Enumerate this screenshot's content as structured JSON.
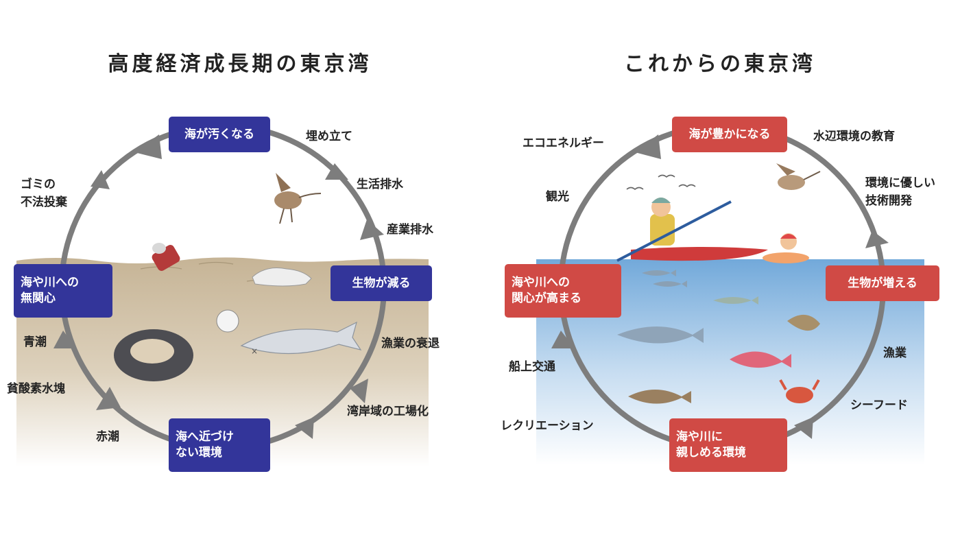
{
  "colors": {
    "past_box": "#33359a",
    "future_box": "#d04a45",
    "arrow": "#7d7d7d",
    "past_water_top": "#c9b89c",
    "future_water_top": "#7aaedc"
  },
  "left": {
    "title": "高度経済成長期の東京湾",
    "boxes": {
      "top": "海が汚くなる",
      "right": "生物が減る",
      "bottom": "海へ近づけ\nない環境",
      "left": "海や川への\n無関心"
    },
    "labels": {
      "umetate": "埋め立て",
      "seikatsu": "生活排水",
      "sangyo": "産業排水",
      "gyogyo": "漁業の衰退",
      "wangan": "湾岸域の工場化",
      "akashio": "赤潮",
      "hinsanso": "貧酸素水塊",
      "aoshio": "青潮",
      "gomi": "ゴミの\n不法投棄"
    }
  },
  "right": {
    "title": "これからの東京湾",
    "boxes": {
      "top": "海が豊かになる",
      "right": "生物が増える",
      "bottom": "海や川に\n親しめる環境",
      "left": "海や川への\n関心が高まる"
    },
    "labels": {
      "mizube": "水辺環境の教育",
      "kankyo": "環境に優しい\n技術開発",
      "gyogyo": "漁業",
      "seafood": "シーフード",
      "recreation": "レクリエーション",
      "senjo": "船上交通",
      "kanko": "観光",
      "eco": "エコエネルギー"
    }
  }
}
